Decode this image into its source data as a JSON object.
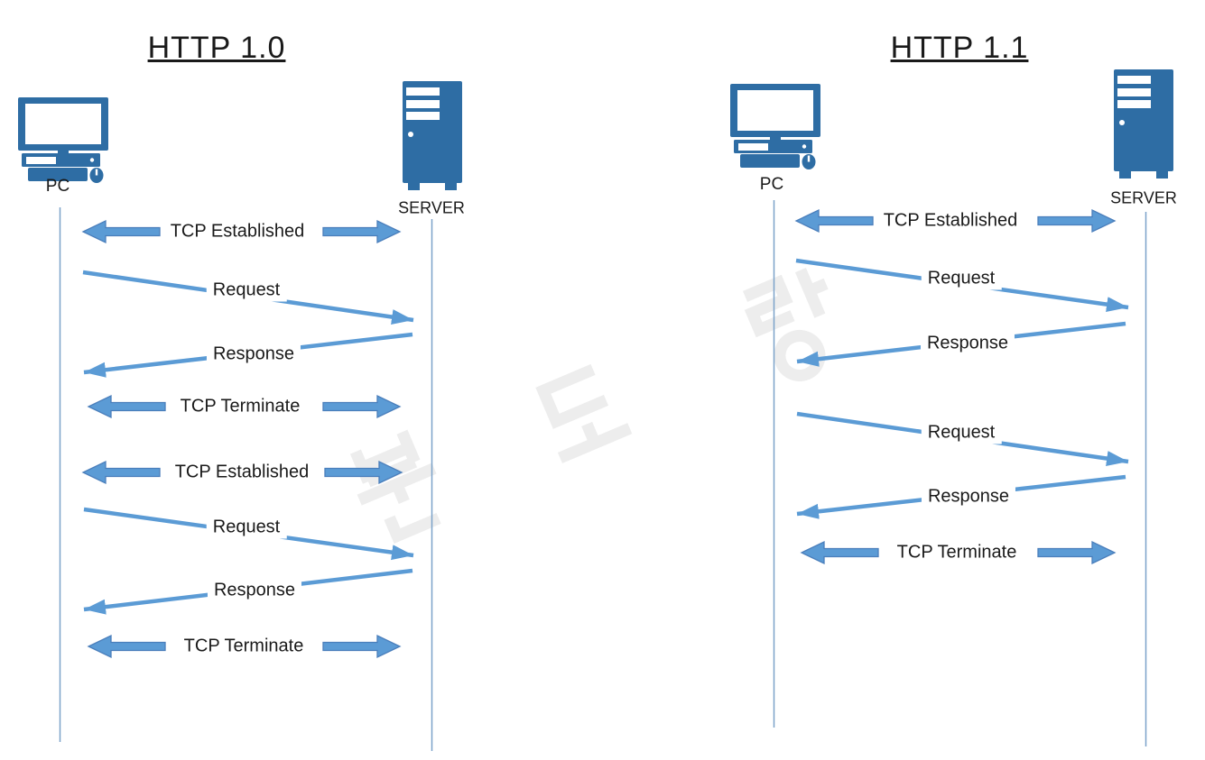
{
  "colors": {
    "icon_blue": "#2E6DA4",
    "arrow_fill": "#5B9BD5",
    "arrow_stroke": "#4A7EBB",
    "lifeline": "#7BA2C9",
    "text": "#1a1a1a",
    "watermark": "#ededed"
  },
  "watermark": {
    "text": "분도랑"
  },
  "icons": {
    "client": "desktop-computer-icon",
    "server": "server-tower-icon"
  },
  "http10": {
    "title": "HTTP 1.0",
    "client_label": "PC",
    "server_label": "SERVER",
    "messages": [
      {
        "label": "TCP Established",
        "kind": "bidirectional"
      },
      {
        "label": "Request",
        "kind": "to-server"
      },
      {
        "label": "Response",
        "kind": "to-client"
      },
      {
        "label": "TCP Terminate",
        "kind": "bidirectional"
      },
      {
        "label": "TCP Established",
        "kind": "bidirectional"
      },
      {
        "label": "Request",
        "kind": "to-server"
      },
      {
        "label": "Response",
        "kind": "to-client"
      },
      {
        "label": "TCP Terminate",
        "kind": "bidirectional"
      }
    ]
  },
  "http11": {
    "title": "HTTP 1.1",
    "client_label": "PC",
    "server_label": "SERVER",
    "messages": [
      {
        "label": "TCP Established",
        "kind": "bidirectional"
      },
      {
        "label": "Request",
        "kind": "to-server"
      },
      {
        "label": "Response",
        "kind": "to-client"
      },
      {
        "label": "Request",
        "kind": "to-server"
      },
      {
        "label": "Response",
        "kind": "to-client"
      },
      {
        "label": "TCP Terminate",
        "kind": "bidirectional"
      }
    ]
  }
}
